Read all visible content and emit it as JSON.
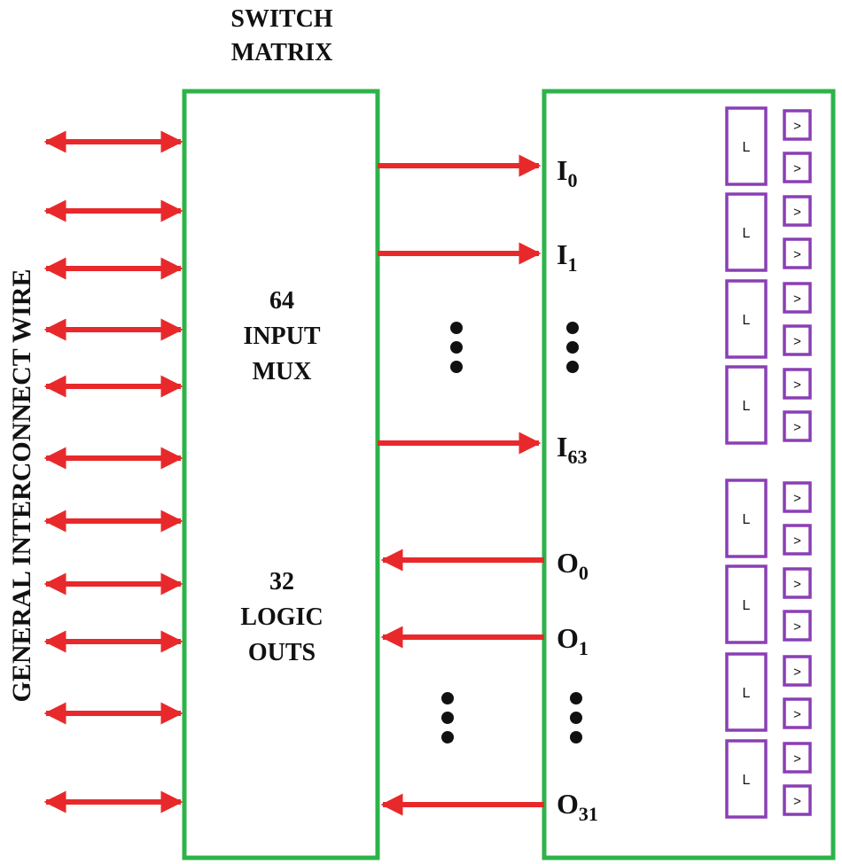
{
  "title": {
    "line1": "SWITCH",
    "line2": "MATRIX"
  },
  "side_label": "GENERAL INTERCONNECT WIRE",
  "mux_block": {
    "input_lines": [
      "64",
      "INPUT",
      "MUX"
    ],
    "output_lines": [
      "32",
      "LOGIC",
      "OUTS"
    ]
  },
  "inputs": [
    {
      "main": "I",
      "sub": "0"
    },
    {
      "main": "I",
      "sub": "1"
    },
    {
      "main": "I",
      "sub": "63"
    }
  ],
  "outputs": [
    {
      "main": "O",
      "sub": "0"
    },
    {
      "main": "O",
      "sub": "1"
    },
    {
      "main": "O",
      "sub": "31"
    }
  ],
  "lut_label": "L",
  "ff_label": ">",
  "lut_count": 8,
  "colors": {
    "block_border": "#2db34a",
    "arrow": "#e8292b",
    "cell_border": "#8a3fb5",
    "text": "#111111"
  }
}
